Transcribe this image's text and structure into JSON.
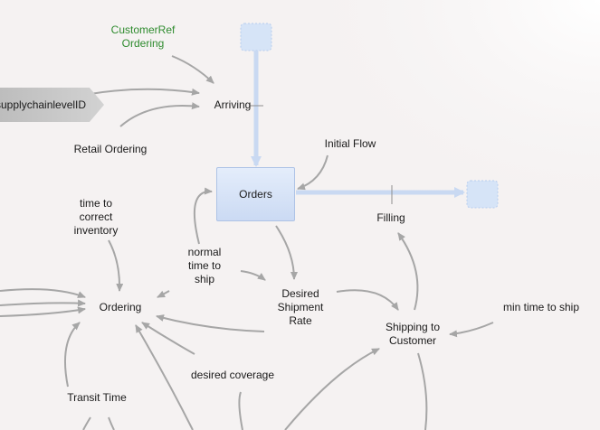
{
  "diagram": {
    "stock": {
      "label": "Orders"
    },
    "shadow_variable": {
      "label": "supplychainlevelID"
    },
    "flows": {
      "inflow_label": "Arriving",
      "outflow_label": "Filling"
    },
    "variables": {
      "customer_ref": "CustomerRef\nOrdering",
      "retail_ordering": "Retail Ordering",
      "initial_flow": "Initial Flow",
      "time_to_correct": "time to\ncorrect\ninventory",
      "normal_time": "normal\ntime to\nship",
      "desired_shipment": "Desired\nShipment\nRate",
      "ordering": "Ordering",
      "shipping": "Shipping to\nCustomer",
      "min_time": "min time to ship",
      "desired_coverage": "desired coverage",
      "transit_time": "Transit Time"
    },
    "colors": {
      "pipe": "#c9d9f2",
      "cloud": "#d6e4f7",
      "arrow": "#a6a6a6",
      "accent_text": "#2e8b2e"
    }
  }
}
